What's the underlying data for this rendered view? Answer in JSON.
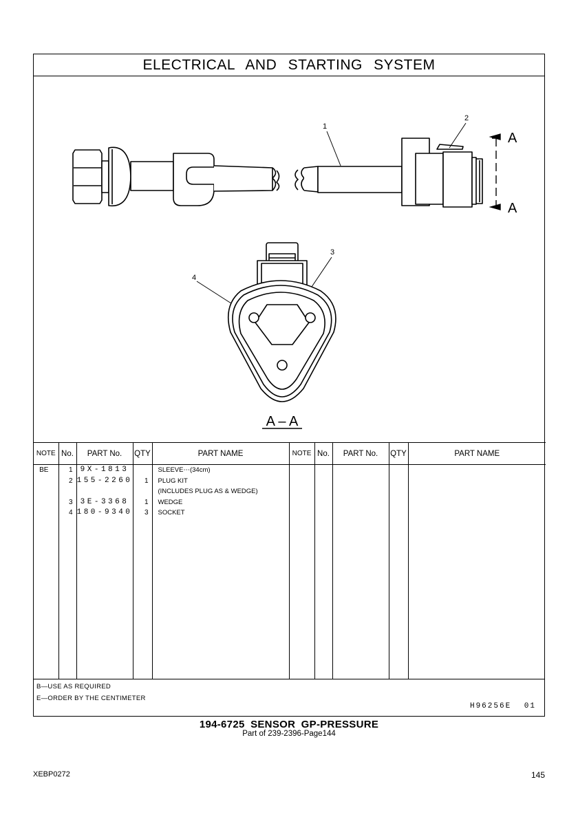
{
  "header": {
    "title": "ELECTRICAL AND STARTING SYSTEM"
  },
  "drawing": {
    "callouts": [
      "1",
      "2",
      "3",
      "4"
    ],
    "section_marker": "A",
    "section_label": "A – A"
  },
  "table": {
    "columns": [
      "NOTE",
      "No.",
      "PART No.",
      "QTY",
      "PART NAME"
    ],
    "rows": [
      {
        "note": "BE",
        "no": "1",
        "part_no": "9X-1813",
        "qty": "",
        "name": "SLEEVE⋯(34cm)"
      },
      {
        "note": "",
        "no": "2",
        "part_no": "155-2260",
        "qty": "1",
        "name": "PLUG KIT"
      },
      {
        "note": "",
        "no": "",
        "part_no": "",
        "qty": "",
        "name": "(INCLUDES PLUG AS & WEDGE)"
      },
      {
        "note": "",
        "no": "3",
        "part_no": "3E-3368",
        "qty": "1",
        "name": "WEDGE"
      },
      {
        "note": "",
        "no": "4",
        "part_no": "180-9340",
        "qty": "3",
        "name": "SOCKET"
      }
    ]
  },
  "footnotes": [
    "B—USE AS REQUIRED",
    "E—ORDER BY THE CENTIMETER"
  ],
  "ref_code": "H96256E 01",
  "caption": {
    "main": "194-6725 SENSOR GP-PRESSURE",
    "sub": "Part of 239-2396-Page144"
  },
  "footer": {
    "doc_id": "XEBP0272",
    "page": "145"
  }
}
